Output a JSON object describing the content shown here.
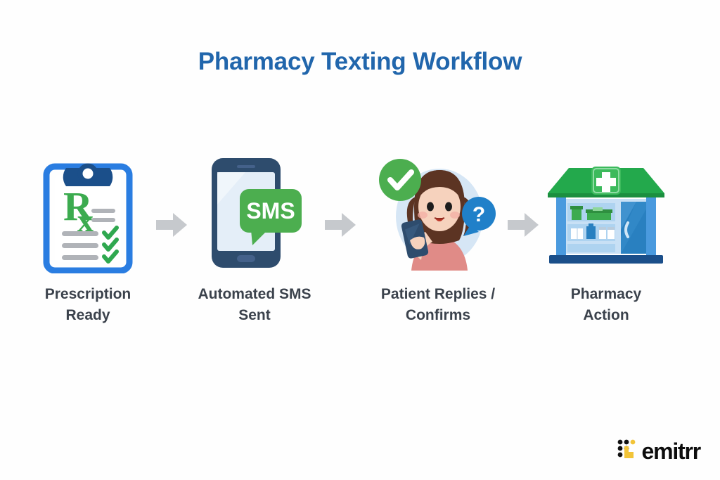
{
  "page": {
    "title": "Pharmacy Texting Workflow",
    "background_color": "#fefefe",
    "title_color": "#2166ac",
    "label_color": "#3b424c"
  },
  "flow": {
    "arrow_color": "#c6c9cd",
    "steps": [
      {
        "id": "prescription-ready",
        "label": "Prescription\nReady",
        "label_line1": "Prescription",
        "label_line2": "Ready",
        "icon": "clipboard-rx-icon",
        "icon_text": "Rx",
        "colors": {
          "clipboard_border": "#2a7de1",
          "clip": "#1b4f8a",
          "rx_green": "#3cab4f",
          "line_gray": "#b0b3b8",
          "check_green": "#2fa84f"
        }
      },
      {
        "id": "automated-sms-sent",
        "label": "Automated SMS\nSent",
        "label_line1": "Automated SMS",
        "label_line2": "Sent",
        "icon": "smartphone-sms-icon",
        "icon_text": "SMS",
        "colors": {
          "phone_body": "#2e4c6d",
          "phone_screen": "#e4eef8",
          "bubble_green": "#4cae4f",
          "bubble_text": "#ffffff"
        }
      },
      {
        "id": "patient-replies-confirms",
        "label": "Patient Replies /\nConfirms",
        "label_line1": "Patient Replies /",
        "label_line2": "Confirms",
        "icon": "patient-replies-icon",
        "colors": {
          "backdrop": "#d6e6f5",
          "check_bubble": "#4cae4f",
          "question_bubble": "#2080c9",
          "hair": "#5c3423",
          "skin": "#f6d2bd",
          "shirt": "#e08b87",
          "phone": "#2e4c6d"
        }
      },
      {
        "id": "pharmacy-action",
        "label": "Pharmacy\nAction",
        "label_line1": "Pharmacy",
        "label_line2": "Action",
        "icon": "pharmacy-storefront-icon",
        "colors": {
          "awning": "#23a94c",
          "awning_dark": "#1b8f3f",
          "cross": "#ffffff",
          "door": "#2980c0",
          "pillar": "#4a9ade",
          "base": "#1b4f8a",
          "shelf": "#d6e6f5"
        }
      }
    ],
    "arrows": [
      {
        "id": "arrow-1",
        "direction": "right"
      },
      {
        "id": "arrow-2",
        "direction": "right"
      },
      {
        "id": "arrow-3",
        "direction": "right"
      }
    ]
  },
  "branding": {
    "name": "emitrr",
    "mark_dot_color": "#111111",
    "mark_accent_color": "#f2c438",
    "text_color": "#0d0d0d"
  }
}
